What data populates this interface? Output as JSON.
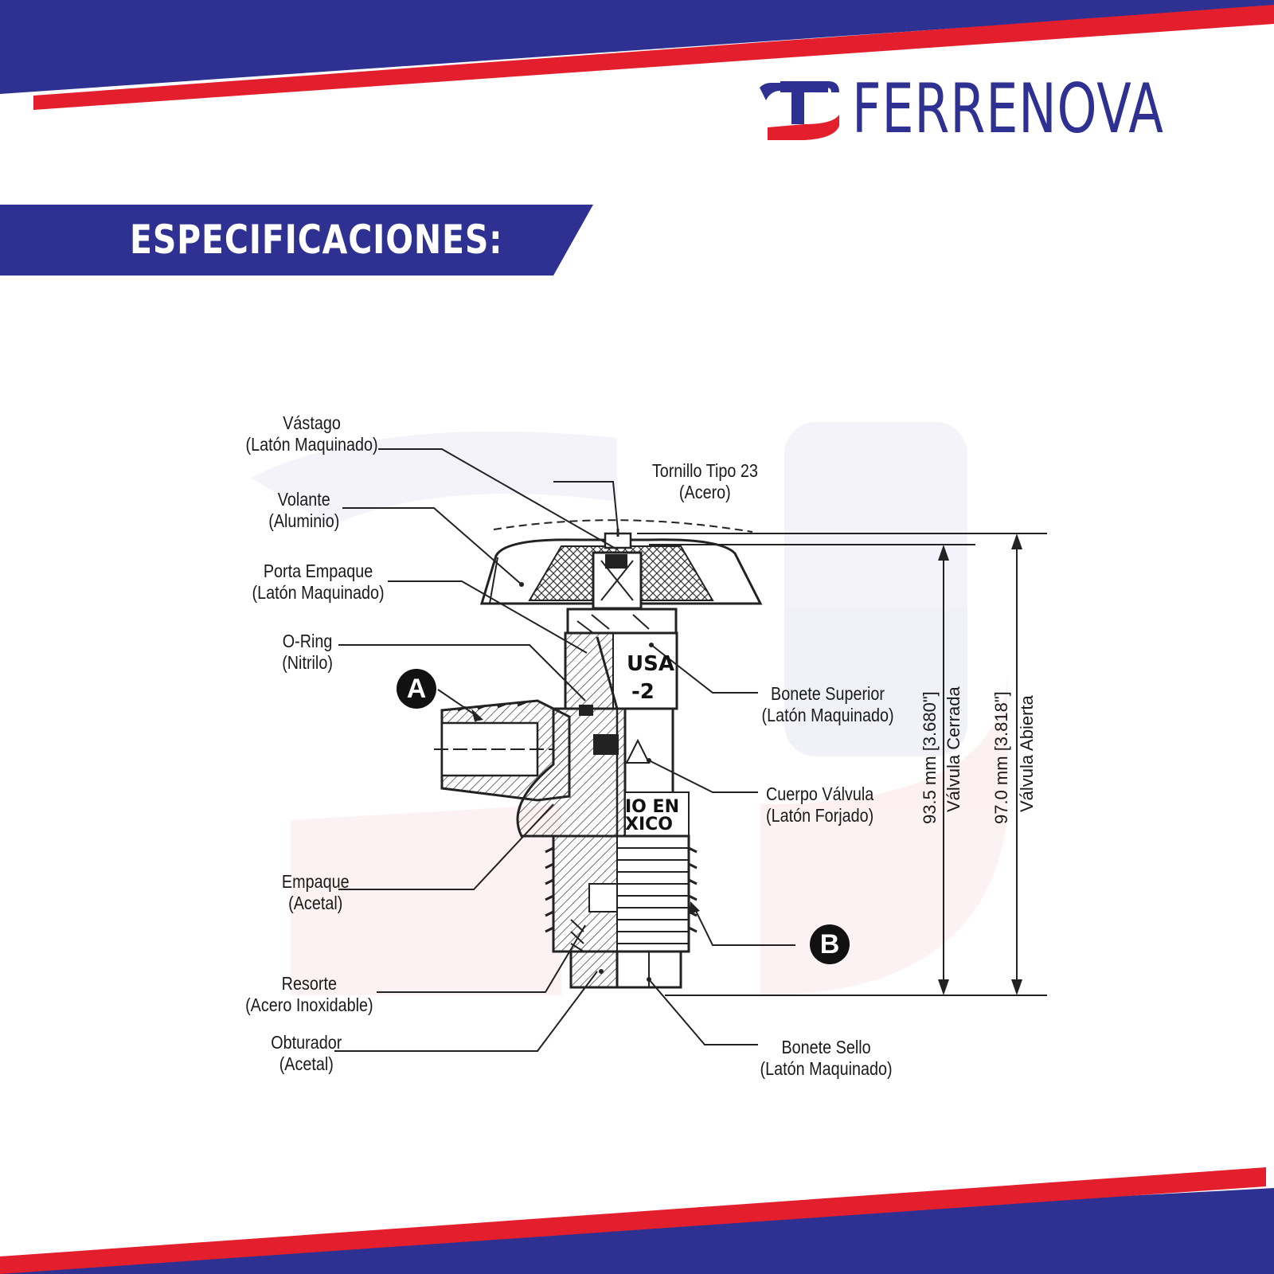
{
  "brand": {
    "name": "FERRENOVA",
    "primary_color": "#2e3192",
    "accent_color": "#e31e2d"
  },
  "section": {
    "title": "ESPECIFICACIONES:"
  },
  "diagram": {
    "labels": {
      "vastago": {
        "name": "Vástago",
        "material": "(Latón Maquinado)"
      },
      "volante": {
        "name": "Volante",
        "material": "(Aluminio)"
      },
      "porta_empaque": {
        "name": "Porta Empaque",
        "material": "(Latón Maquinado)"
      },
      "o_ring": {
        "name": "O-Ring",
        "material": "(Nitrilo)"
      },
      "empaque": {
        "name": "Empaque",
        "material": "(Acetal)"
      },
      "resorte": {
        "name": "Resorte",
        "material": "(Acero Inoxidable)"
      },
      "obturador": {
        "name": "Obturador",
        "material": "(Acetal)"
      },
      "tornillo": {
        "name": "Tornillo Tipo 23",
        "material": "(Acero)"
      },
      "bonete_superior": {
        "name": "Bonete Superior",
        "material": "(Latón Maquinado)"
      },
      "cuerpo": {
        "name": "Cuerpo Válvula",
        "material": "(Latón Forjado)"
      },
      "bonete_sello": {
        "name": "Bonete Sello",
        "material": "(Latón Maquinado)"
      }
    },
    "ports": {
      "a": "A",
      "b": "B"
    },
    "dimensions": {
      "closed": {
        "value": "93.5 mm [3.680\"]",
        "label": "Válvula Cerrada"
      },
      "open": {
        "value": "97.0 mm [3.818\"]",
        "label": "Válvula Abierta"
      }
    },
    "stamps": {
      "line1": "USA",
      "line2": "-2",
      "line3": "IO EN",
      "line4": "XICO"
    }
  }
}
